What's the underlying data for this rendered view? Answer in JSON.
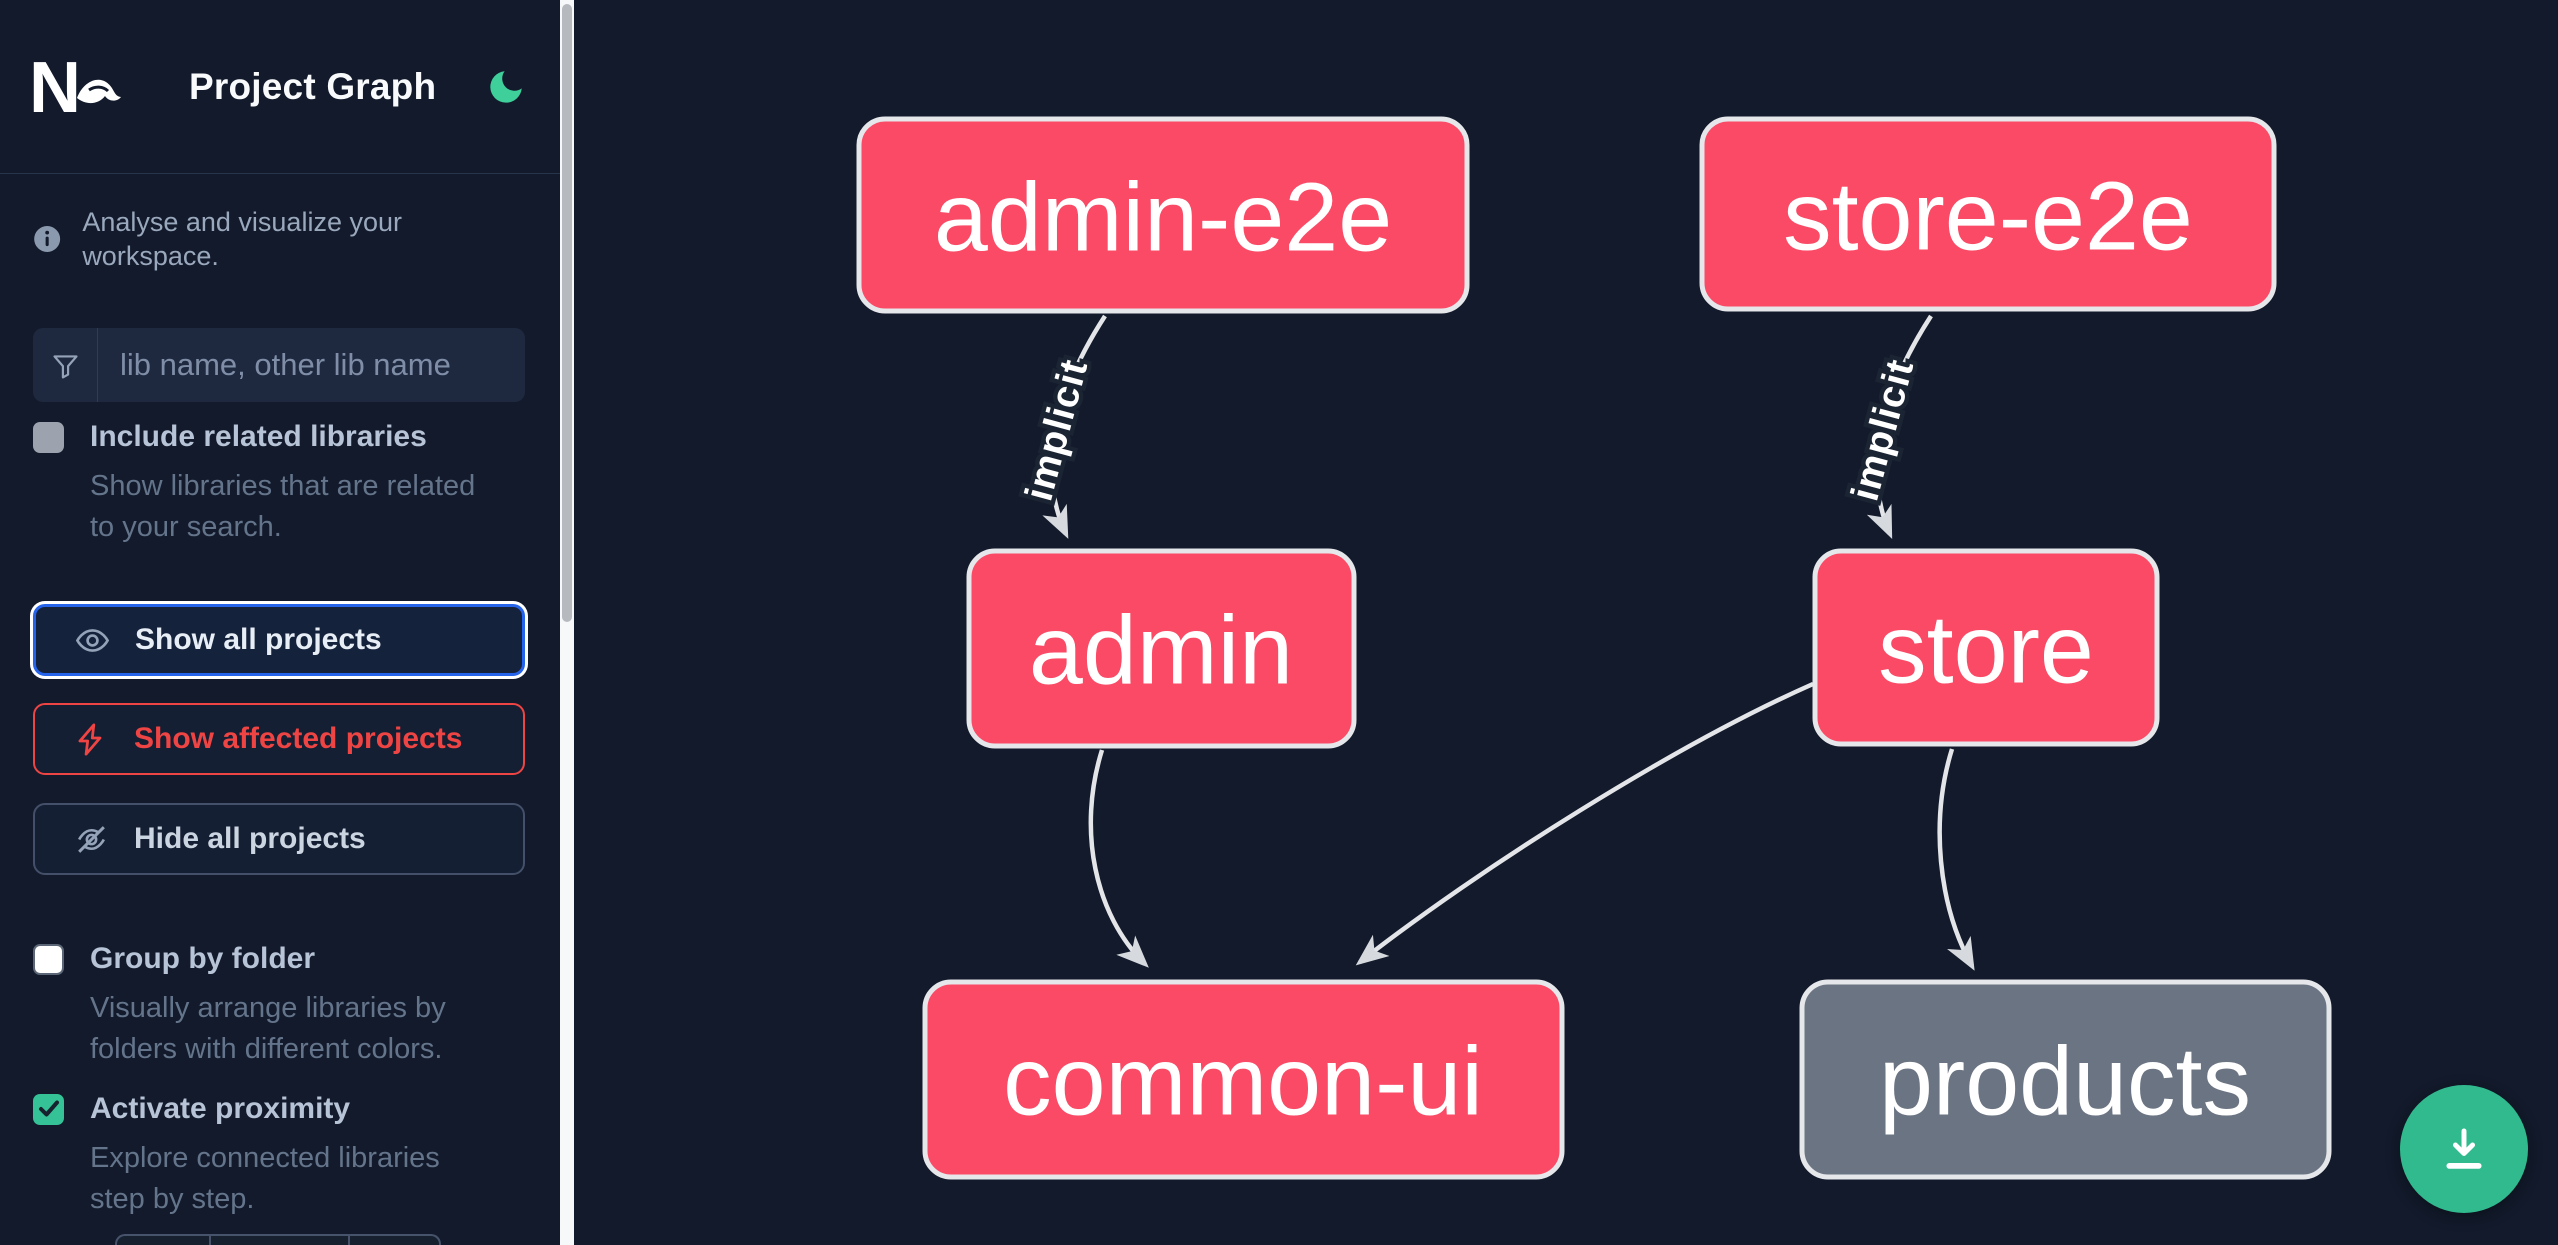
{
  "header": {
    "logo_text": "Nx",
    "title": "Project Graph"
  },
  "sidebar": {
    "tagline": "Analyse and visualize your workspace.",
    "search_placeholder": "lib name, other lib name",
    "search_value": "",
    "filters": {
      "include_related": {
        "label": "Include related libraries",
        "description": "Show libraries that are related to your search.",
        "checked": false
      },
      "group_by_folder": {
        "label": "Group by folder",
        "description": "Visually arrange libraries by folders with different colors.",
        "checked": false
      },
      "activate_proximity": {
        "label": "Activate proximity",
        "description": "Explore connected libraries step by step.",
        "checked": true
      }
    },
    "actions": {
      "show_all": {
        "label": "Show all projects"
      },
      "show_affected": {
        "label": "Show affected projects"
      },
      "hide_all": {
        "label": "Hide all projects"
      }
    }
  },
  "graph": {
    "nodes": [
      {
        "id": "admin-e2e",
        "label": "admin-e2e",
        "color": "#fa4a66"
      },
      {
        "id": "store-e2e",
        "label": "store-e2e",
        "color": "#fa4a66"
      },
      {
        "id": "admin",
        "label": "admin",
        "color": "#fa4a66"
      },
      {
        "id": "store",
        "label": "store",
        "color": "#fa4a66"
      },
      {
        "id": "common-ui",
        "label": "common-ui",
        "color": "#fa4a66"
      },
      {
        "id": "products",
        "label": "products",
        "color": "#6b7482"
      }
    ],
    "edges": [
      {
        "from": "admin-e2e",
        "to": "admin",
        "label": "implicit"
      },
      {
        "from": "store-e2e",
        "to": "store",
        "label": "implicit"
      },
      {
        "from": "admin",
        "to": "common-ui",
        "label": ""
      },
      {
        "from": "store",
        "to": "common-ui",
        "label": ""
      },
      {
        "from": "store",
        "to": "products",
        "label": ""
      }
    ]
  },
  "fab": {
    "action": "download"
  },
  "colors": {
    "accent_blue": "#2563eb",
    "danger_red": "#ef4444",
    "success_green": "#34c296",
    "node_pink": "#fa4a66",
    "node_gray": "#6b7482",
    "background": "#121a2b"
  }
}
